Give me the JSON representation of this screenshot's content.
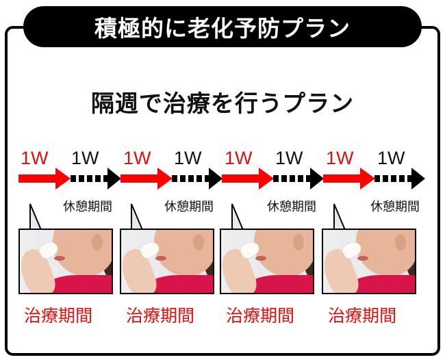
{
  "title": "積極的に老化予防プラン",
  "subtitle": "隔週で治療を行うプラン",
  "colors": {
    "accent_red": "#ff0000",
    "text_red": "#e01010",
    "black": "#000000"
  },
  "timeline": {
    "cycles": [
      {
        "treat_week": "1W",
        "rest_week": "1W",
        "rest_label": "休憩期間",
        "treat_label": "治療期間"
      },
      {
        "treat_week": "1W",
        "rest_week": "1W",
        "rest_label": "休憩期間",
        "treat_label": "治療期間"
      },
      {
        "treat_week": "1W",
        "rest_week": "1W",
        "rest_label": "休憩期間",
        "treat_label": "治療期間"
      },
      {
        "treat_week": "1W",
        "rest_week": "1W",
        "rest_label": "休憩期間",
        "treat_label": "治療期間"
      }
    ]
  },
  "images": [
    {
      "description": "woman applying nasal treatment"
    },
    {
      "description": "woman applying nasal treatment"
    },
    {
      "description": "woman applying nasal treatment"
    },
    {
      "description": "woman applying nasal treatment"
    }
  ]
}
